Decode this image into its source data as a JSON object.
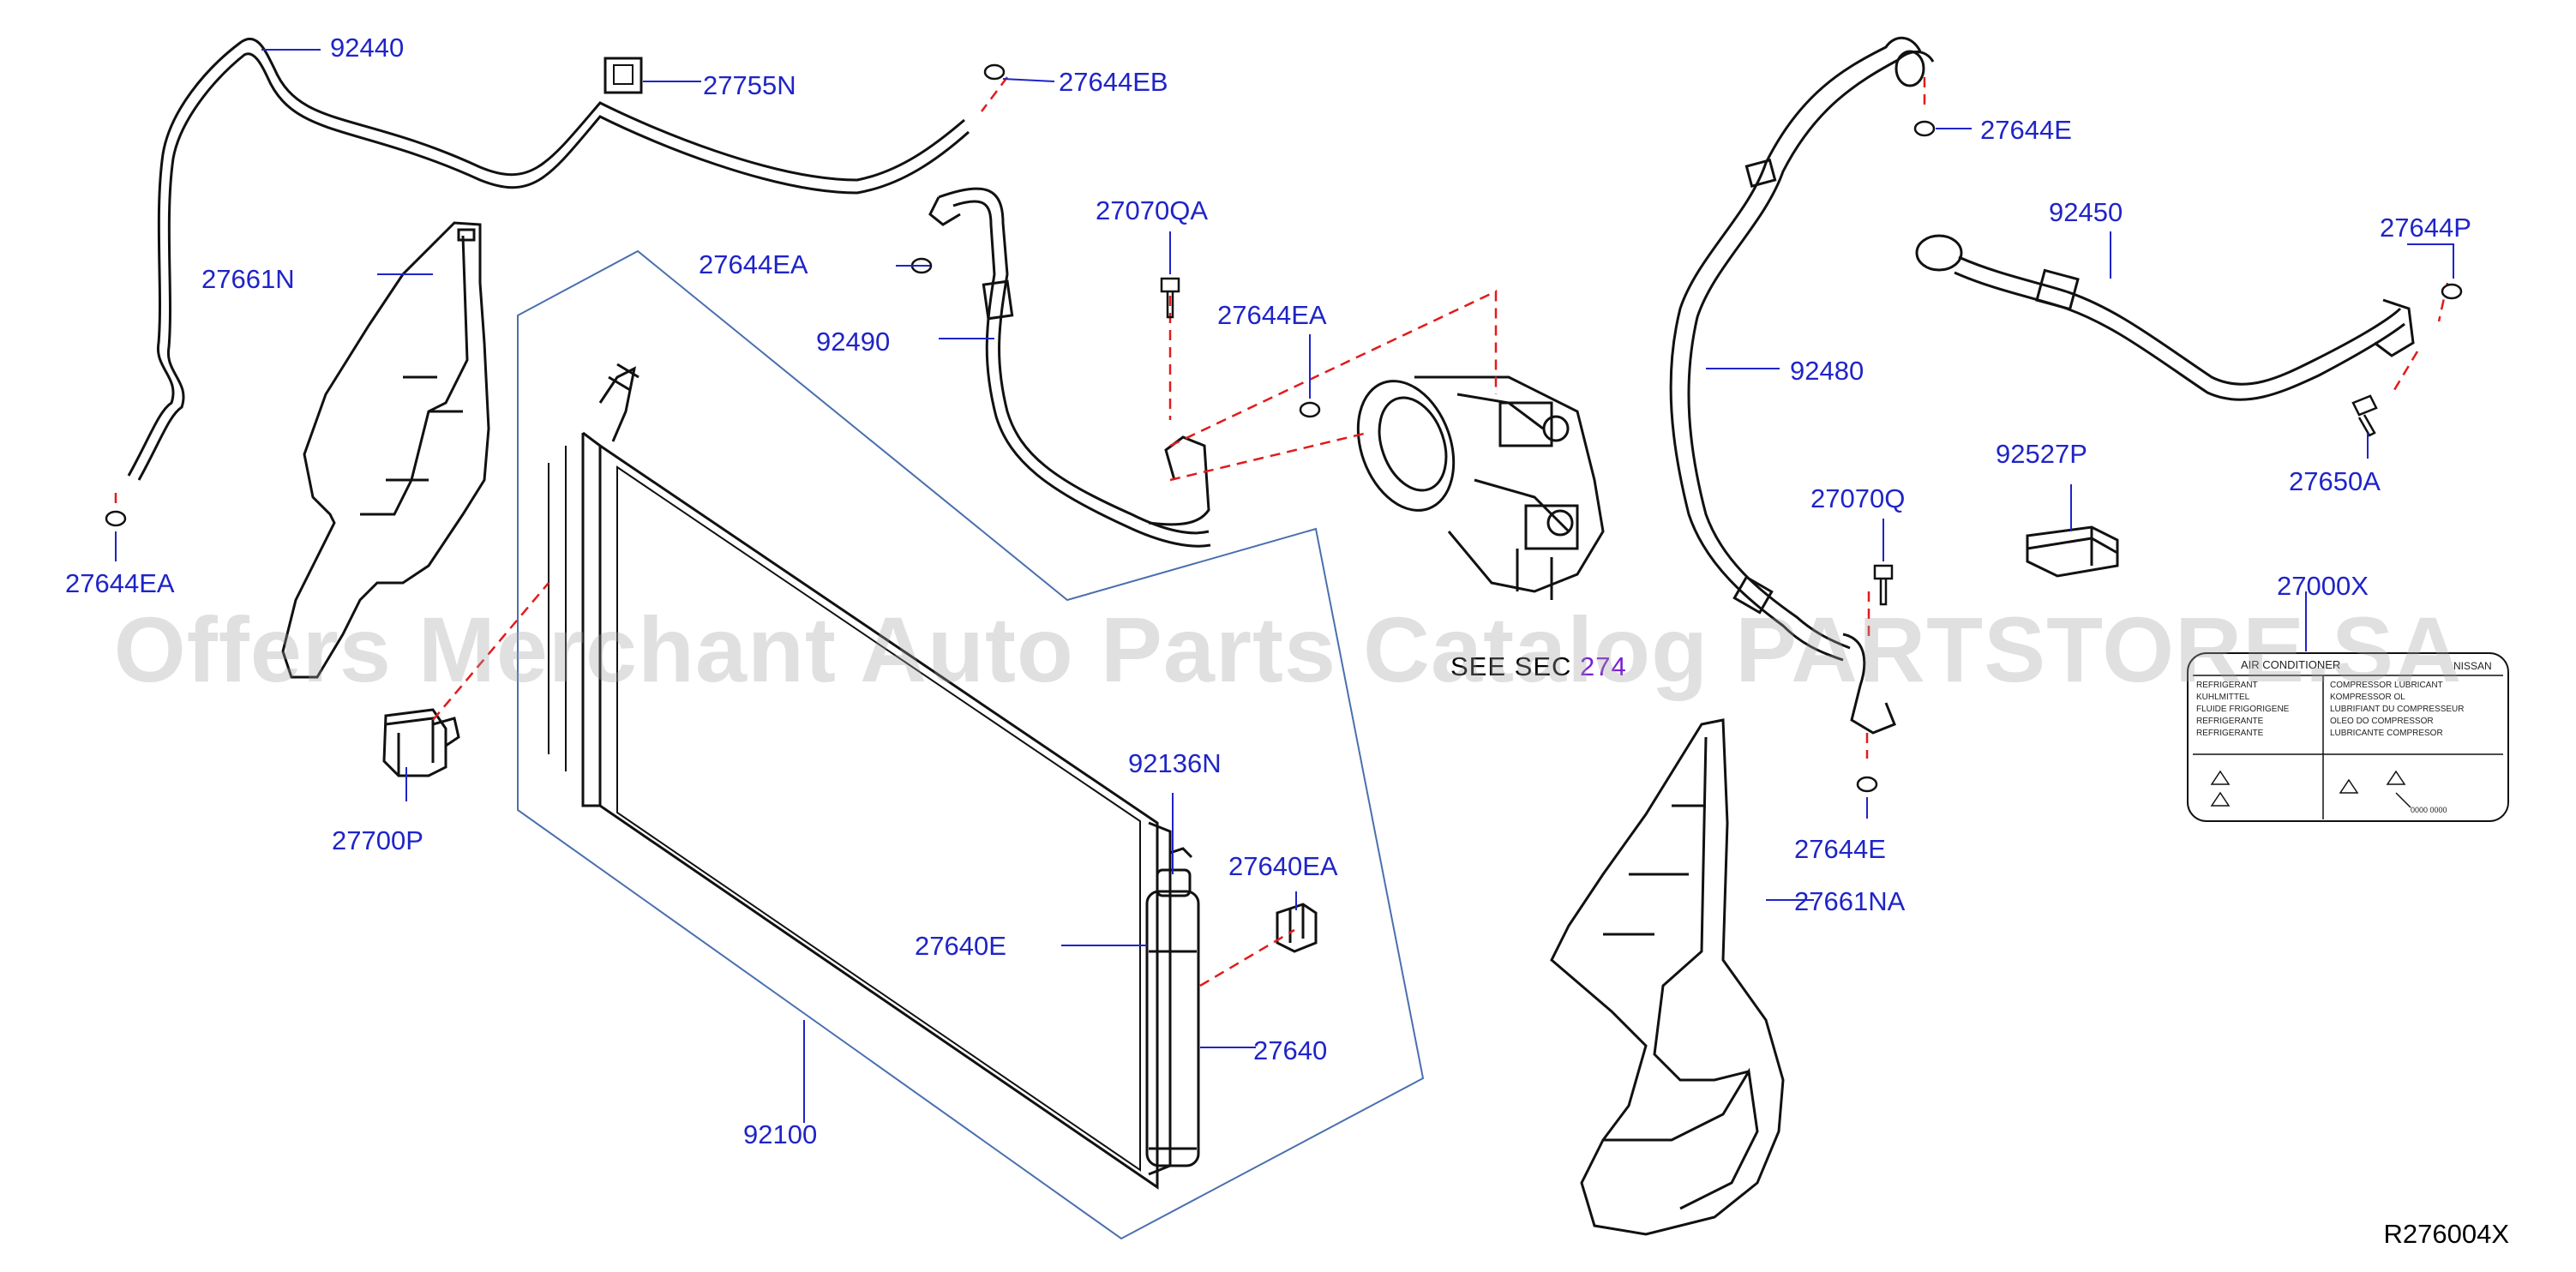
{
  "diagram": {
    "labels": [
      {
        "id": "92440",
        "text": "92440"
      },
      {
        "id": "27755N",
        "text": "27755N"
      },
      {
        "id": "27644EB",
        "text": "27644EB"
      },
      {
        "id": "27661N",
        "text": "27661N"
      },
      {
        "id": "27644EA_a",
        "text": "27644EA"
      },
      {
        "id": "27644EA_b",
        "text": "27644EA"
      },
      {
        "id": "27070QA",
        "text": "27070QA"
      },
      {
        "id": "92490",
        "text": "92490"
      },
      {
        "id": "27644EA_c",
        "text": "27644EA"
      },
      {
        "id": "27644E_a",
        "text": "27644E"
      },
      {
        "id": "92450",
        "text": "92450"
      },
      {
        "id": "27644P",
        "text": "27644P"
      },
      {
        "id": "92480",
        "text": "92480"
      },
      {
        "id": "27650A",
        "text": "27650A"
      },
      {
        "id": "92527P",
        "text": "92527P"
      },
      {
        "id": "27070Q",
        "text": "27070Q"
      },
      {
        "id": "27000X",
        "text": "27000X"
      },
      {
        "id": "27700P",
        "text": "27700P"
      },
      {
        "id": "92136N",
        "text": "92136N"
      },
      {
        "id": "27640EA",
        "text": "27640EA"
      },
      {
        "id": "27640E",
        "text": "27640E"
      },
      {
        "id": "27640",
        "text": "27640"
      },
      {
        "id": "92100",
        "text": "92100"
      },
      {
        "id": "27644E_b",
        "text": "27644E"
      },
      {
        "id": "27661NA",
        "text": "27661NA"
      }
    ],
    "see_section": {
      "prefix": "SEE SEC",
      "number": "274"
    },
    "reference_code": "R276004X",
    "watermark": "Offers Merchant Auto Parts Catalog PARTSTORE.SA",
    "sticker": {
      "title": "AIR CONDITIONER",
      "brand": "NISSAN",
      "left_lines": [
        "REFRIGERANT",
        "KUHLMITTEL",
        "FLUIDE FRIGORIGENE",
        "REFRIGERANTE",
        "REFRIGERANTE"
      ],
      "right_lines": [
        "COMPRESSOR LUBRICANT",
        "KOMPRESSOR OL",
        "LUBRIFIANT DU COMPRESSEUR",
        "OLEO DO COMPRESSOR",
        "LUBRICANTE COMPRESOR"
      ],
      "footer": "0000 0000"
    },
    "colors": {
      "label": "#1f24c8",
      "leader": "#1f24c8",
      "dashed": "#e11b1b",
      "outline": "#4a6fb0",
      "part": "#111111"
    }
  }
}
